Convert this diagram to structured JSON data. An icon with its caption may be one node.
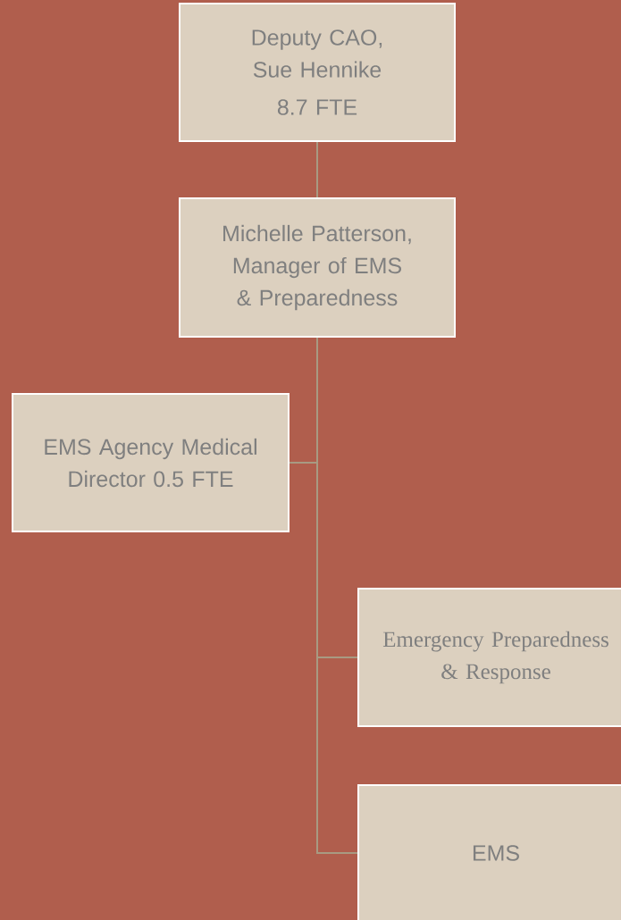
{
  "diagram": {
    "nodes": [
      {
        "text": [
          "Deputy CAO, Sue Hennike",
          "8.7 FTE"
        ]
      },
      {
        "text": [
          "Michelle Patterson, Manager of EMS & Preparedness"
        ]
      },
      {
        "text": [
          "EMS Agency Medical Director 0.5 FTE"
        ]
      },
      {
        "text": [
          "Emergency Preparedness & Response"
        ]
      },
      {
        "text": [
          "EMS"
        ]
      }
    ],
    "edges": [
      {
        "from": 0,
        "to": 1,
        "arrow": "none"
      },
      {
        "from": 1,
        "to": 2,
        "arrow": "none"
      },
      {
        "from": 1,
        "to": 3,
        "arrow": "none"
      },
      {
        "from": 1,
        "to": 4,
        "arrow": "none"
      }
    ]
  }
}
